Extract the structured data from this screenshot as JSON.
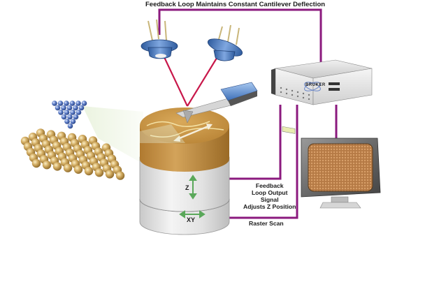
{
  "diagram": {
    "title": "Feedback Loop Maintains Constant Cantilever Deflection",
    "labels": {
      "feedback_lines": [
        "Feedback",
        "Loop Output",
        "Signal",
        "Adjusts Z Position"
      ],
      "raster_scan": "Raster Scan",
      "z_axis": "Z",
      "xy_axis": "XY",
      "controller_brand": "BRUKER"
    },
    "components": [
      {
        "id": "laser-diode",
        "description": "Laser diode emitter (blue TO-can with 3 gold pins)"
      },
      {
        "id": "photodetector",
        "description": "Position-sensitive photodetector (blue TO-can with 3 gold pins)"
      },
      {
        "id": "cantilever",
        "description": "Cantilever with sharp tip and blue chip holder"
      },
      {
        "id": "sample",
        "description": "Gold sample surface on top of cylindrical piezo scanner"
      },
      {
        "id": "piezo-z",
        "description": "Z piezo stage section"
      },
      {
        "id": "piezo-xy",
        "description": "XY piezo stage section"
      },
      {
        "id": "controller",
        "description": "Electronic controller box with display and buttons"
      },
      {
        "id": "monitor",
        "description": "Computer monitor showing topography image"
      },
      {
        "id": "atom-inset",
        "description": "Atomic-scale inset: blue tip atoms above gold surface atoms"
      }
    ],
    "colors": {
      "wire": "#8b1a7e",
      "laser": "#c8174a",
      "sample_gold": "#c08a3a",
      "piezo": "#e6e6e6",
      "diode_blue": "#4a78b8",
      "axis_arrow": "#5aa85a"
    }
  }
}
